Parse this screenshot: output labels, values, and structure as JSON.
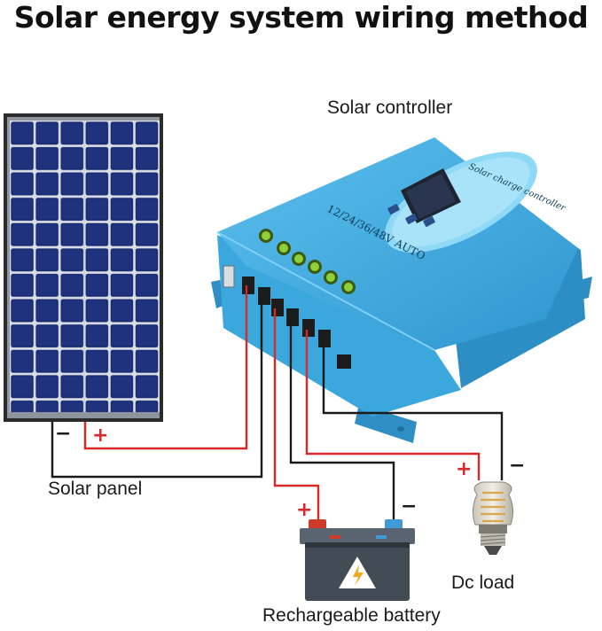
{
  "title": "Solar energy system wiring method",
  "labels": {
    "controller": "Solar controller",
    "panel": "Solar panel",
    "load": "Dc load",
    "battery": "Rechargeable battery"
  },
  "controller": {
    "brand_text": "Solar charge controller",
    "voltage_text": "12/24/36/48V AUTO"
  },
  "signs": {
    "positive": "+",
    "negative": "−"
  },
  "colors": {
    "positive_wire": "#d62a2a",
    "negative_wire": "#1a1a1a",
    "controller_body": "#3aa8dc",
    "panel_cell": "#1b2d73"
  }
}
